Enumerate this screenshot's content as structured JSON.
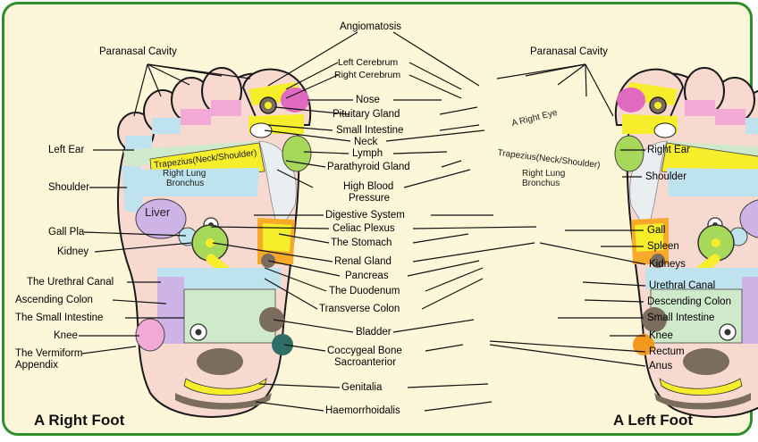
{
  "titles": {
    "right_foot": "A Right Foot",
    "left_foot": "A Left Foot"
  },
  "labels": {
    "angiomatosis": "Angiomatosis",
    "paranasal_right": "Paranasal Cavity",
    "paranasal_left": "Paranasal Cavity",
    "left_cerebrum": "Left Cerebrum",
    "right_cerebrum": "Right Cerebrum",
    "nose": "Nose",
    "pituitary_gland": "Pituitary Gland",
    "small_intestine_top": "Small Intestine",
    "neck": "Neck",
    "lymph": "Lymph",
    "parathyroid_gland": "Parathyroid Gland",
    "high_blood_pressure_1": "High Blood",
    "high_blood_pressure_2": "Pressure",
    "digestive_system": "Digestive System",
    "celiac_plexus": "Celiac Plexus",
    "the_stomach": "The Stomach",
    "renal_gland": "Renal Gland",
    "pancreas": "Pancreas",
    "the_duodenum": "The Duodenum",
    "transverse_colon": "Transverse Colon",
    "bladder": "Bladder",
    "coccygeal_bone": "Coccygeal Bone",
    "sacroanterior": "Sacroanterior",
    "genitalia": "Genitalia",
    "haemorrhoidalis": "Haemorrhoidalis",
    "left_ear": "Left Ear",
    "shoulder_right_foot": "Shoulder",
    "gall_pla": "Gall Pla",
    "kidney": "Kidney",
    "the_urethral_canal": "The Urethral Canal",
    "ascending_colon": "Ascending Colon",
    "the_small_intestine": "The Small Intestine",
    "knee_right_foot": "Knee",
    "the_vermiform_1": "The Vermiform",
    "the_vermiform_2": "Appendix",
    "right_ear": "Right Ear",
    "shoulder_left_foot": "Shoulder",
    "gall": "Gall",
    "spleen": "Spleen",
    "kidneys": "Kidneys",
    "urethral_canal": "Urethral Canal",
    "descending_colon": "Descending Colon",
    "small_intestine": "Small Intestine",
    "knee_left_foot": "Knee",
    "rectum": "Rectum",
    "anus": "Anus"
  },
  "inner_labels": {
    "trapezius_right": "Trapezius(Neck/Shoulder)",
    "right_lung_1": "Right Lung",
    "right_lung_2": "Bronchus",
    "liver": "Liver",
    "trapezius_left": "Trapezius(Neck/Shoulder)",
    "right_lung_left_1": "Right Lung",
    "right_lung_left_2": "Bronchus",
    "a_right_eye": "A Right Eye"
  },
  "colors": {
    "frame_border": "#2f8f2f",
    "background": "#fdf6d8",
    "foot_base": "#f7d9cf",
    "yellow": "#f6ee2a",
    "green": "#a6d95a",
    "light_blue": "#bfe3ee",
    "pink": "#f2a9d6",
    "purple": "#cdb3e6",
    "mint": "#cfeacb",
    "orange": "#f39a1e",
    "dark_gray": "#7a6d5d"
  }
}
